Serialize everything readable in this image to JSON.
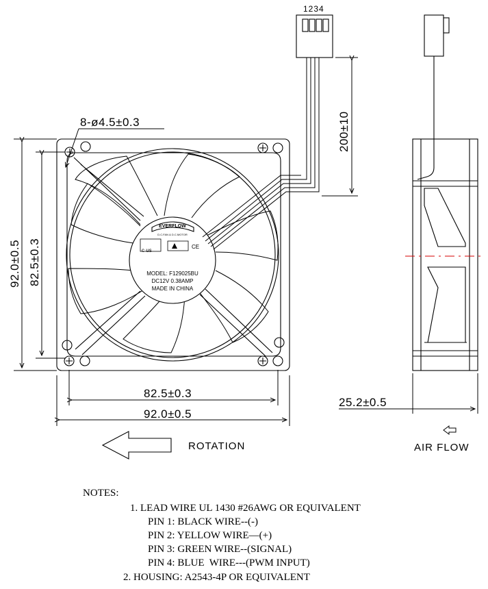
{
  "connector": {
    "pin_numbers": "1234"
  },
  "dimensions": {
    "hole_spec": "8-ø4.5±0.3",
    "lead_length": "200±10",
    "height_outer": "92.0±0.5",
    "height_hole": "82.5±0.3",
    "width_hole": "82.5±0.3",
    "width_outer": "92.0±0.5",
    "depth": "25.2±0.5"
  },
  "hub_label": {
    "brand": "EVERFLOW",
    "subtitle": "D.C.FAN & D.C.MOTOR",
    "model": "MODEL: F129025BU",
    "rating": "DC12V  0.38AMP",
    "origin": "MADE IN CHINA",
    "ul_mark": "c us",
    "ce_mark": "CE"
  },
  "arrows": {
    "rotation": "ROTATION",
    "air_flow": "AIR  FLOW"
  },
  "notes": {
    "heading": "NOTES:",
    "lines": [
      "1. LEAD WIRE UL 1430 #26AWG OR EQUIVALENT",
      "PIN 1: BLACK WIRE--(-)",
      "PIN 2: YELLOW WIRE—(+)",
      "PIN 3: GREEN WIRE--(SIGNAL)",
      "PIN 4: BLUE  WIRE---(PWM INPUT)",
      "2. HOUSING: A2543-4P OR EQUIVALENT"
    ]
  },
  "colors": {
    "line": "#000000",
    "centerline": "#d40000",
    "background": "#ffffff"
  }
}
